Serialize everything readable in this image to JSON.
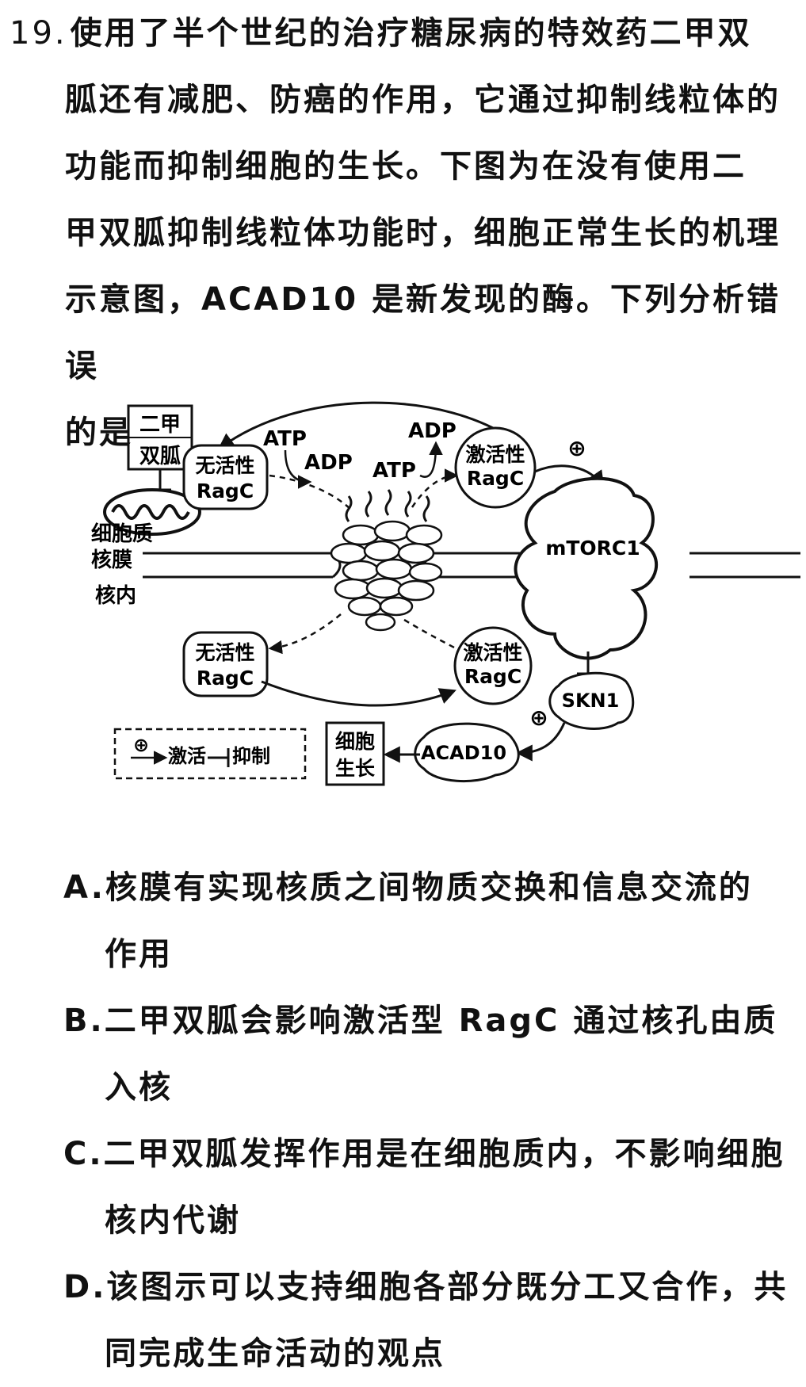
{
  "question": {
    "number": "19.",
    "lines": [
      "使用了半个世纪的治疗糖尿病的特效药二甲双",
      "胍还有减肥、防癌的作用，它通过抑制线粒体的",
      "功能而抑制细胞的生长。下图为在没有使用二",
      "甲双胍抑制线粒体功能时，细胞正常生长的机理",
      "示意图，ACAD10 是新发现的酶。下列分析错误",
      "的是"
    ]
  },
  "diagram": {
    "metformin_label": [
      "二甲",
      "双胍"
    ],
    "cytoplasm": "细胞质",
    "nuclear_membrane": "核膜",
    "nucleus": "核内",
    "inactive_ragc": [
      "无活性",
      "RagC"
    ],
    "active_ragc": [
      "激活性",
      "RagC"
    ],
    "atp": "ATP",
    "adp": "ADP",
    "mtorc1": "mTORC1",
    "skn1": "SKN1",
    "acad10": "ACAD10",
    "cell_growth": [
      "细胞",
      "生长"
    ],
    "plus": "⊕",
    "legend": {
      "activate": "激活",
      "inhibit": "抑制"
    }
  },
  "options": [
    {
      "letter": "A.",
      "lines": [
        "核膜有实现核质之间物质交换和信息交流的",
        "作用"
      ]
    },
    {
      "letter": "B.",
      "lines": [
        "二甲双胍会影响激活型 RagC 通过核孔由质",
        "入核"
      ]
    },
    {
      "letter": "C.",
      "lines": [
        "二甲双胍发挥作用是在细胞质内，不影响细胞",
        "核内代谢"
      ]
    },
    {
      "letter": "D.",
      "lines": [
        "该图示可以支持细胞各部分既分工又合作，共",
        "同完成生命活动的观点"
      ]
    }
  ]
}
